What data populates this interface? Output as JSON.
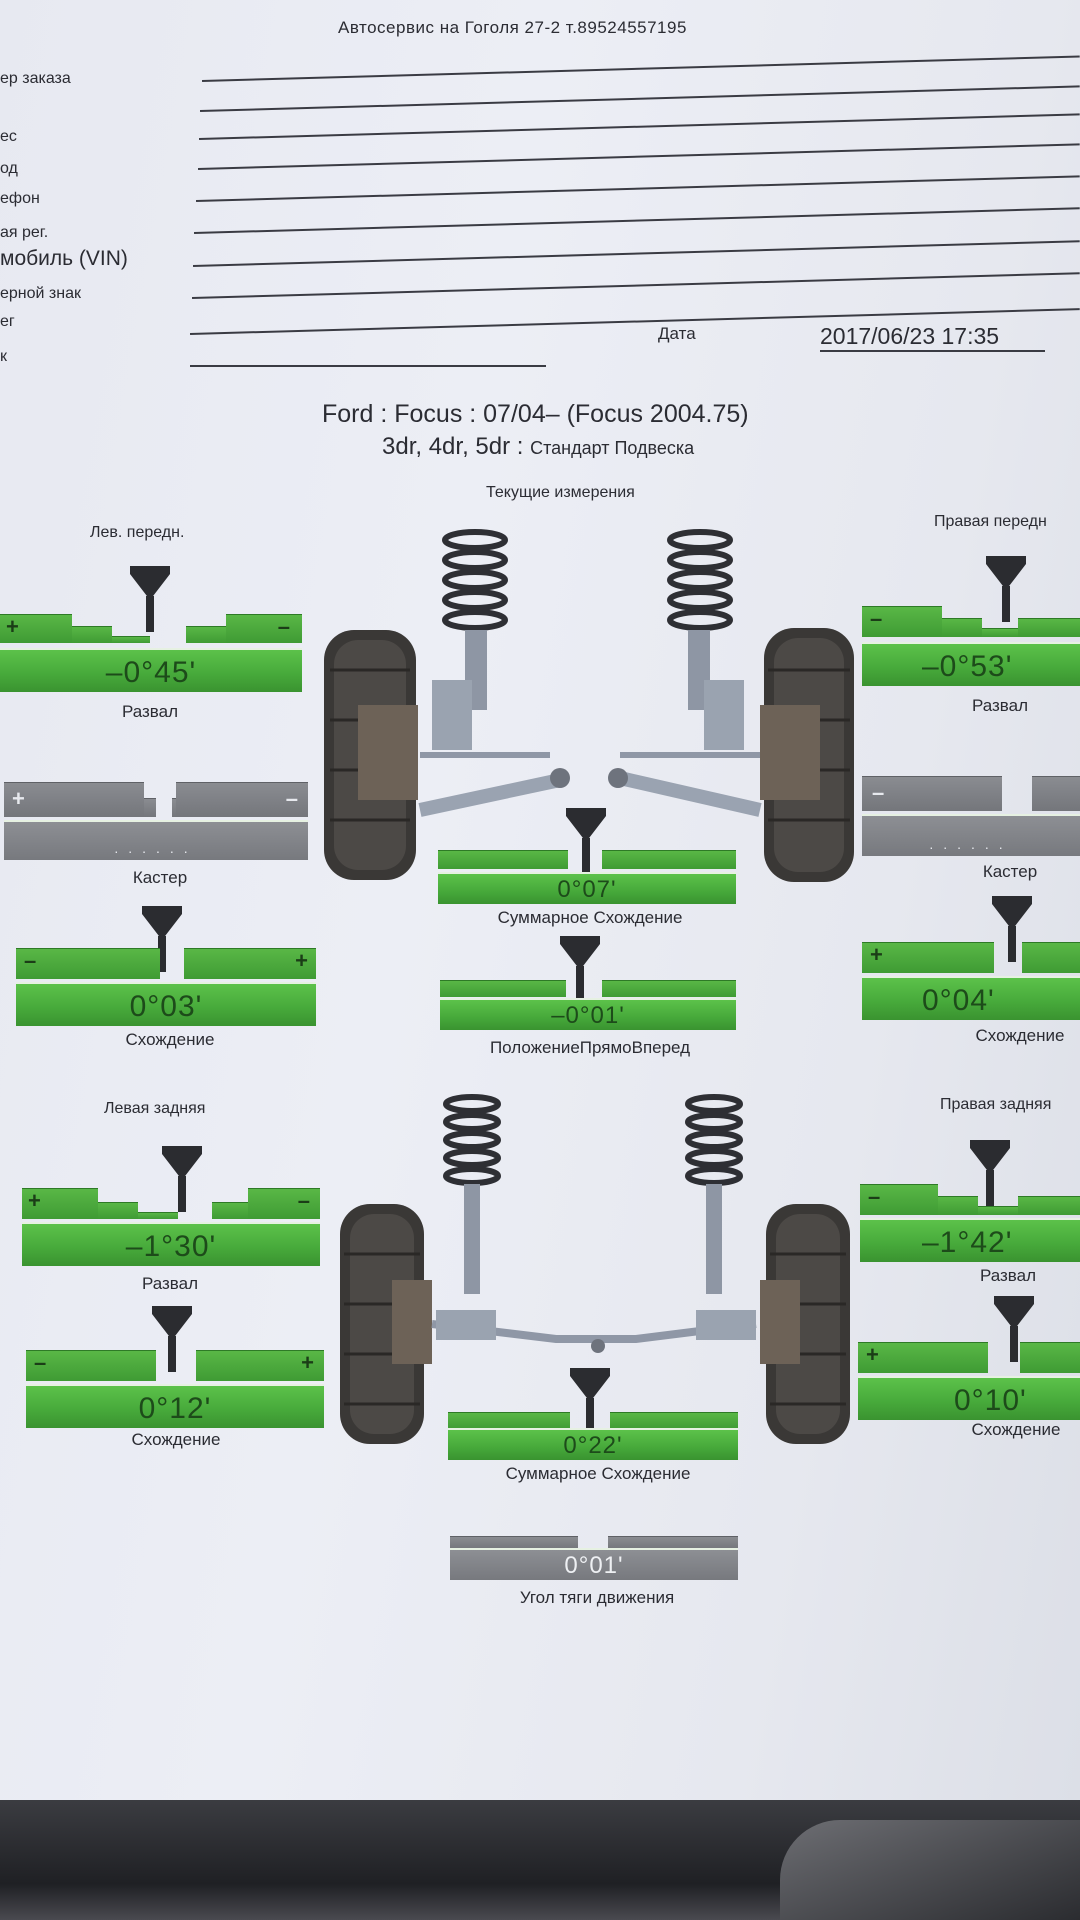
{
  "header": {
    "service": "Автосервис на Гоголя 27-2 т.89524557195"
  },
  "form": {
    "fields": [
      "ер заказа",
      "ес",
      "од",
      "ефон",
      "ая рег.",
      "мобиль (VIN)",
      "ерной знак",
      "ег",
      "к"
    ],
    "date_label": "Дата",
    "date_value": "2017/06/23 17:35"
  },
  "vehicle": {
    "line1": "Ford : Focus : 07/04–    (Focus 2004.75)",
    "line2_main": "3dr, 4dr, 5dr :",
    "line2_sub": "Стандарт Подвеска"
  },
  "front": {
    "section": "Текущие измерения",
    "left_title": "Лев. передн.",
    "right_title": "Правая передн",
    "left_camber": "–0°45'",
    "right_camber": "–0°53'",
    "camber_label": "Развал",
    "caster_label": "Кастер",
    "total_toe": "0°07'",
    "total_toe_label": "Суммарное Схождение",
    "left_toe": "0°03'",
    "right_toe": "0°04'",
    "toe_label": "Схождение",
    "straight": "–0°01'",
    "straight_label": "ПоложениеПрямоВперед"
  },
  "rear": {
    "left_title": "Левая задняя",
    "right_title": "Правая задняя",
    "left_camber": "–1°30'",
    "right_camber": "–1°42'",
    "camber_label": "Развал",
    "left_toe": "0°12'",
    "right_toe": "0°10'",
    "toe_label": "Схождение",
    "total_toe": "0°22'",
    "total_toe_label": "Суммарное Схождение",
    "thrust": "0°01'",
    "thrust_label": "Угол тяги движения"
  },
  "colors": {
    "gauge_green": "#4aad3c",
    "gauge_grey": "#7e8085",
    "pointer": "#2b2c30",
    "paper": "#eaecf3"
  }
}
